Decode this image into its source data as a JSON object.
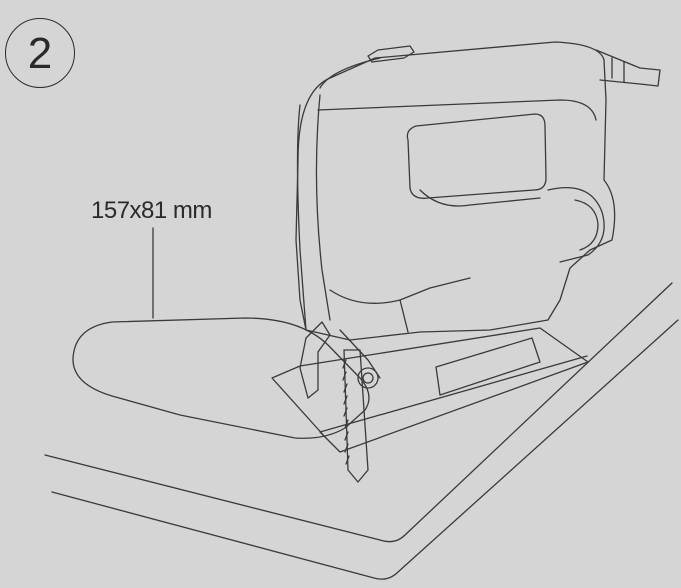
{
  "step": {
    "number": "2"
  },
  "cutout": {
    "dimension_label": "157x81 mm"
  },
  "colors": {
    "background": "#d6d5d5",
    "line": "#3a3a3a"
  },
  "illustration": {
    "subject": "jigsaw-icon",
    "workpiece": "board"
  }
}
